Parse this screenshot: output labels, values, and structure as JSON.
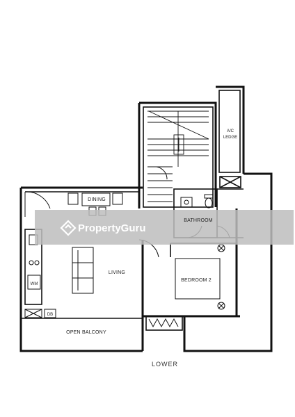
{
  "plan": {
    "level_label": "LOWER",
    "rooms": {
      "dining": "DINING",
      "living": "LIVING",
      "bathroom": "BATHROOM",
      "bedroom": "BEDROOM 2",
      "open_balcony": "OPEN BALCONY",
      "ac_ledge_line1": "A/C",
      "ac_ledge_line2": "LEDGE",
      "washing_machine": "WM",
      "db": "DB"
    }
  },
  "watermark": {
    "brand": "PropertyGuru",
    "band_color": "#bdbdbd"
  },
  "colors": {
    "wall": "#111111",
    "band": "#bdbdbd"
  }
}
